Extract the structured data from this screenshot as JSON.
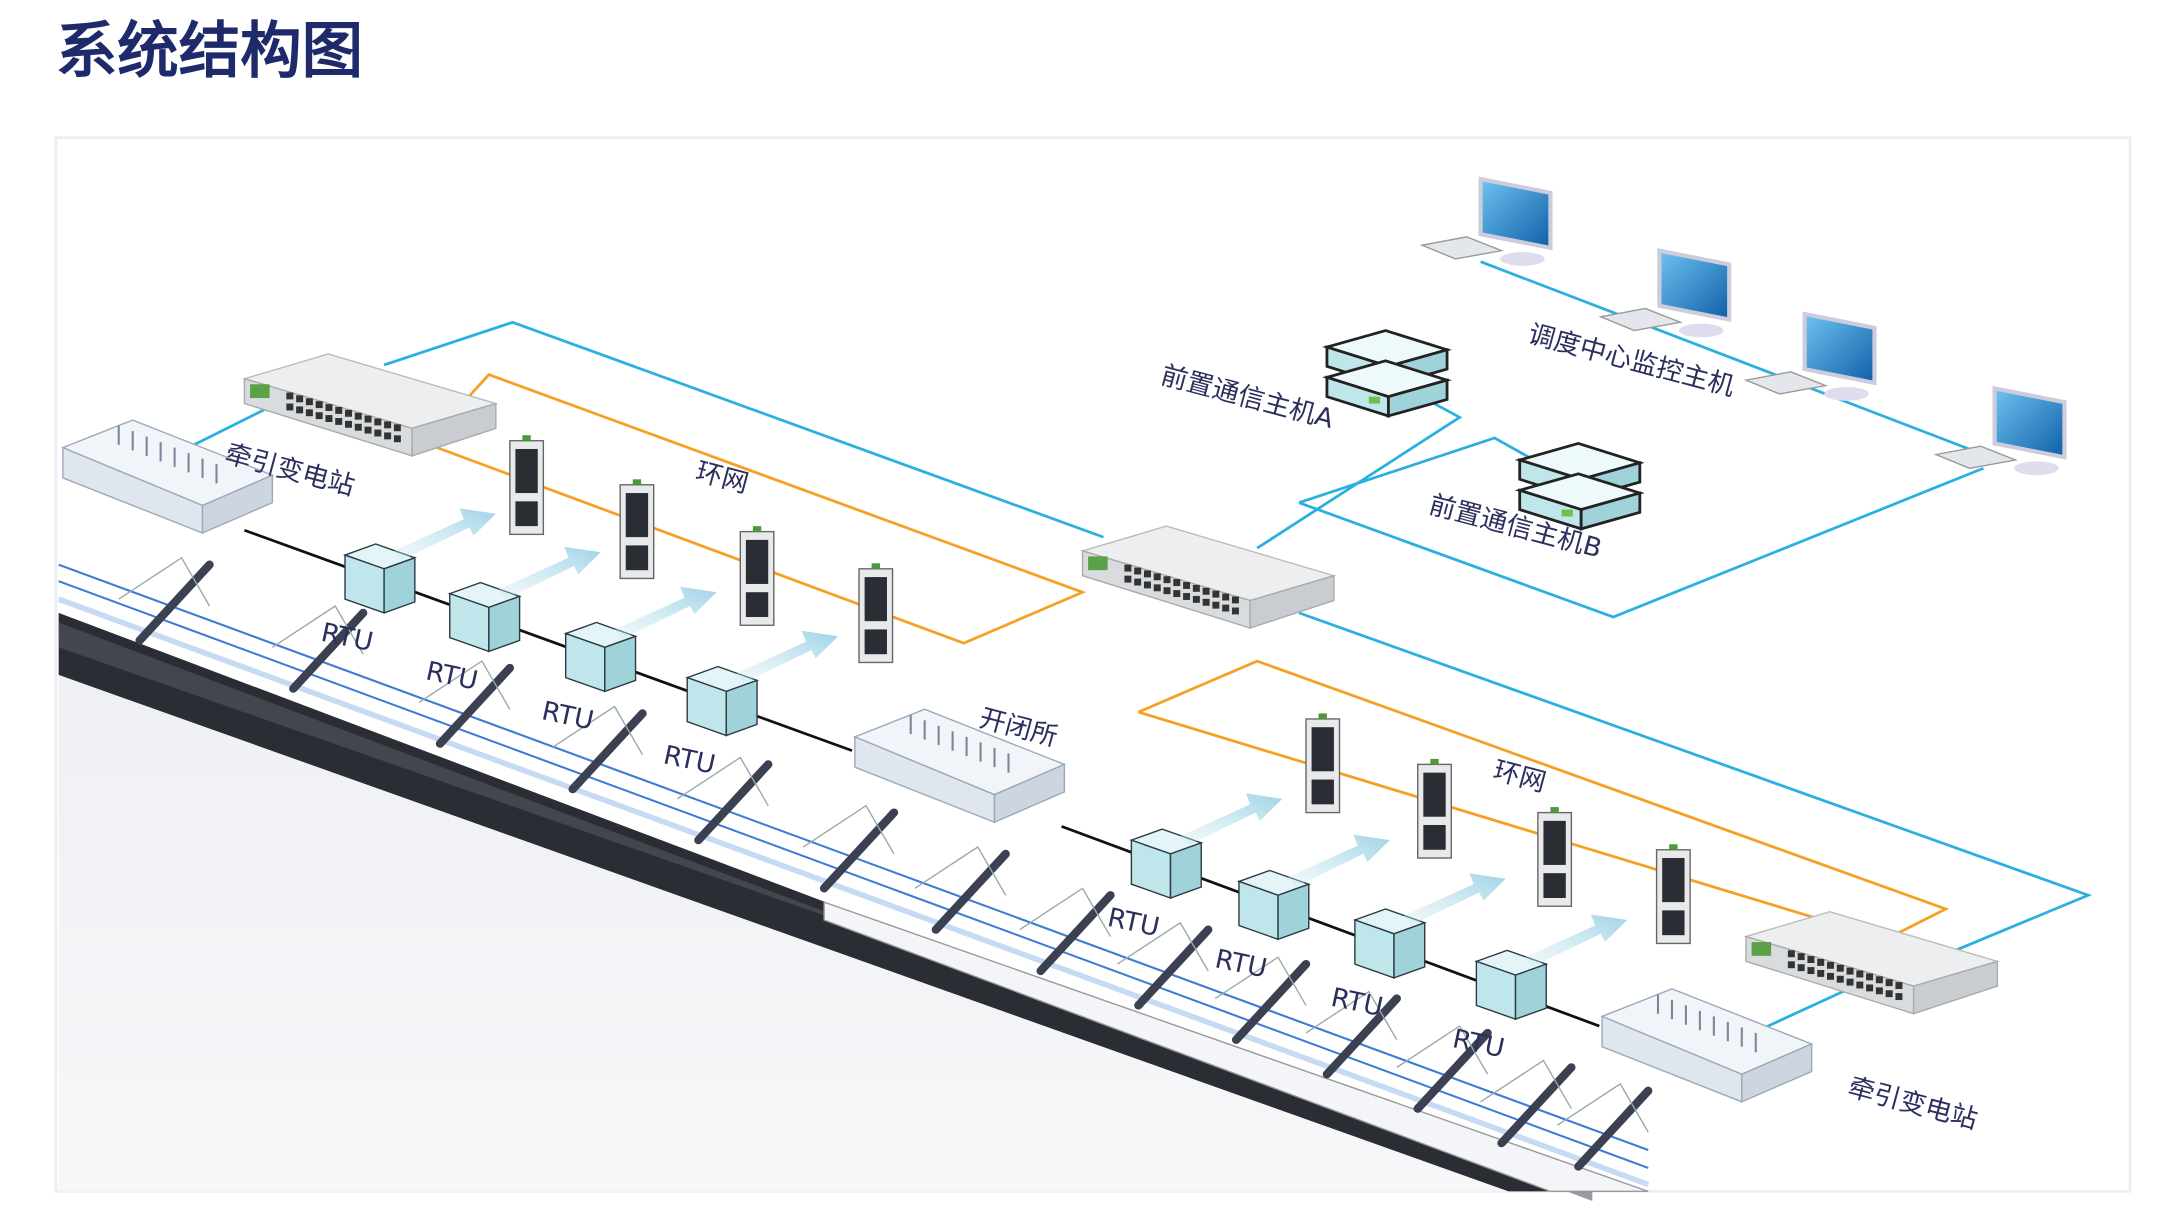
{
  "title": "系统结构图",
  "labels": {
    "traction_substation_left": "牵引变电站",
    "traction_substation_right": "牵引变电站",
    "ring_network_top": "环网",
    "ring_network_bottom": "环网",
    "switching_station": "开闭所",
    "front_host_a": "前置通信主机A",
    "front_host_b": "前置通信主机B",
    "dispatch_monitor_hosts": "调度中心监控主机",
    "rtu": "RTU"
  },
  "colors": {
    "title": "#1f2a6b",
    "label": "#2b2f5c",
    "ring_line": "#f5a022",
    "network_line": "#2ab0e0",
    "field_bus": "#111111",
    "rtu_box": "#bfe6ea",
    "track": "#2a2d33"
  }
}
